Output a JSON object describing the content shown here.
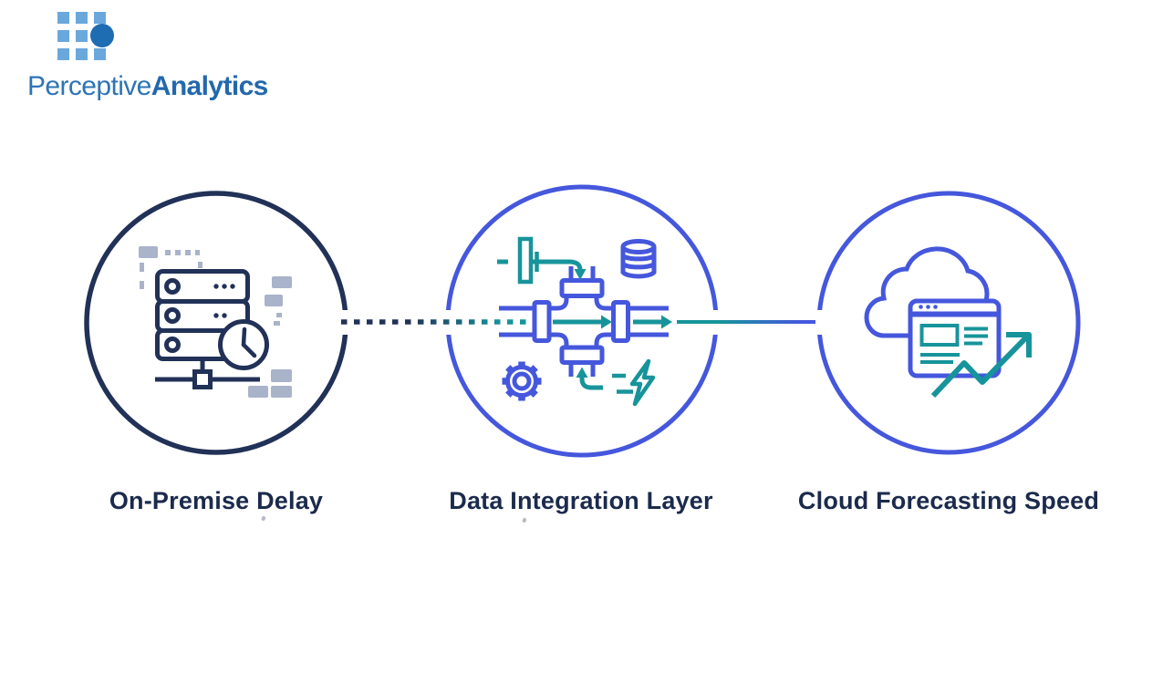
{
  "logo": {
    "brand_regular": "Perceptive",
    "brand_bold": "Analytics",
    "colors": {
      "square": "#6AA8DC",
      "dot": "#1E6CB2",
      "text_regular": "#2E74B5",
      "text_bold": "#2368AC"
    }
  },
  "colors": {
    "background": "#FFFFFF",
    "navy": "#213157",
    "blue": "#4557DC",
    "teal": "#17949B",
    "muted_slate": "#A9B3CA",
    "label_text": "#1B2A4C"
  },
  "diagram": {
    "nodes": [
      {
        "id": "on-premise",
        "label": "On-Premise Delay",
        "ring_color": "#213157",
        "icons": [
          "server-rack-icon",
          "clock-icon",
          "network-node-icon",
          "data-blocks-icon"
        ]
      },
      {
        "id": "integration",
        "label": "Data Integration Layer",
        "ring_color": "#4557DC",
        "icons": [
          "pipeline-junction-icon",
          "inlet-valve-icon",
          "database-icon",
          "gear-icon",
          "lightning-bolt-icon",
          "flow-arrow-icon"
        ]
      },
      {
        "id": "cloud",
        "label": "Cloud Forecasting Speed",
        "ring_color": "#4557DC",
        "icons": [
          "cloud-icon",
          "browser-window-icon",
          "trend-up-arrow-icon"
        ]
      }
    ],
    "connectors": [
      {
        "from": "on-premise",
        "to": "integration",
        "style": "dotted",
        "gradient": [
          "#213157",
          "#17949B"
        ]
      },
      {
        "from": "integration",
        "to": "cloud",
        "style": "solid",
        "gradient": [
          "#17949B",
          "#4557DC"
        ]
      }
    ]
  }
}
